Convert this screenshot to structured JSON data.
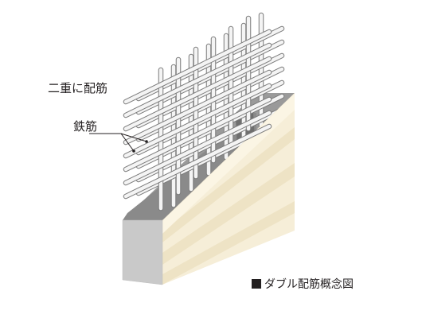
{
  "labels": {
    "double_rebar": "二重に配筋",
    "rebar": "鉄筋"
  },
  "caption": "ダブル配筋概念図",
  "colors": {
    "concrete_front": "#c9c9c9",
    "concrete_top": "#9a9a9a",
    "inner_face": "#8a8a8a",
    "inner_shadow": "#6e6e6e",
    "finish_layer_light": "#fbf5e4",
    "finish_layer_dark": "#eee3c5",
    "rebar": "#f4f4f4",
    "rebar_outline": "#7a7a7a",
    "leader_line": "#231f20"
  },
  "icons": {
    "caption_marker": "black-square-icon"
  }
}
